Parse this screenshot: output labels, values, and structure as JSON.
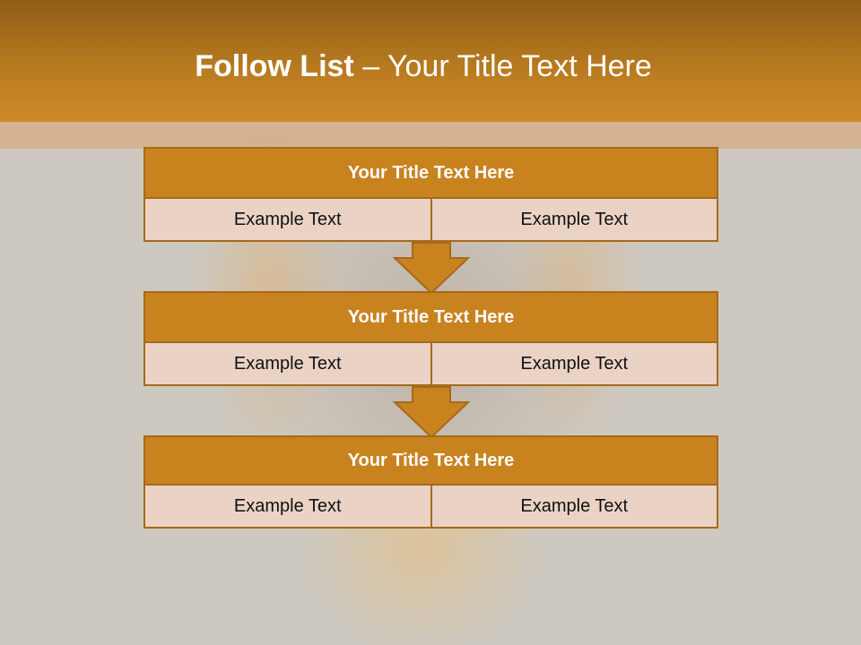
{
  "slide": {
    "title_bold": "Follow List",
    "title_separator": " – ",
    "title_rest": "Your Title Text Here"
  },
  "blocks": [
    {
      "title": "Your Title Text Here",
      "left": "Example Text",
      "right": "Example Text"
    },
    {
      "title": "Your Title Text Here",
      "left": "Example Text",
      "right": "Example Text"
    },
    {
      "title": "Your Title Text Here",
      "left": "Example Text",
      "right": "Example Text"
    }
  ],
  "colors": {
    "header": "#c8831f",
    "block_title": "#c8831f",
    "block_cell": "#ead3c5",
    "border": "#a7691a",
    "background": "#cdc9c1"
  },
  "icons": [
    "down-arrow-icon",
    "down-arrow-icon"
  ]
}
